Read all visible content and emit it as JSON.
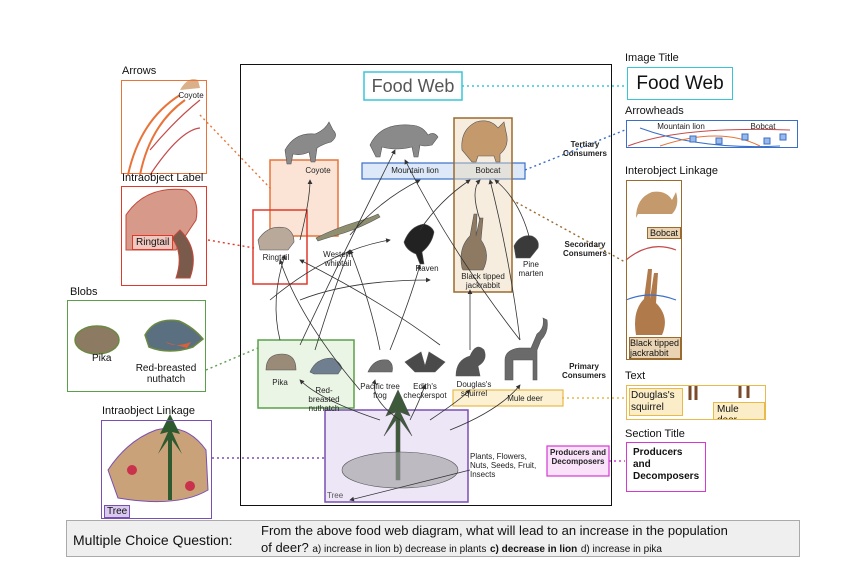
{
  "main": {
    "title": "Food Web",
    "levels": {
      "tertiary": "Tertiary Consumers",
      "secondary": "Secondary Consumers",
      "primary": "Primary Consumers",
      "producers": "Producers and Decomposers"
    },
    "organisms": {
      "coyote": "Coyote",
      "mountain_lion": "Mountain lion",
      "bobcat": "Bobcat",
      "ringtail": "Ringtail",
      "western_whiptail": "Western whiptail",
      "raven": "Raven",
      "black_tipped_jackrabbit": "Black tipped jackrabbit",
      "pine_marten": "Pine marten",
      "pika": "Pika",
      "red_breasted_nuthatch": "Red-breasted nuthatch",
      "pacific_tree_frog": "Pacific tree frog",
      "ediths_checkerspot": "Edith's checkerspot",
      "douglas_squirrel": "Douglas's squirrel",
      "mule_deer": "Mule deer",
      "plants": "Plants, Flowers, Nuts, Seeds, Fruit, Insects",
      "tree": "Tree"
    }
  },
  "callouts": {
    "arrows": {
      "title": "Arrows",
      "sample": "Coyote"
    },
    "intraobject_label": {
      "title": "Intraobject Label",
      "sample": "Ringtail"
    },
    "blobs": {
      "title": "Blobs",
      "pika": "Pika",
      "nuthatch": "Red-breasted nuthatch"
    },
    "intraobject_linkage": {
      "title": "Intraobject Linkage",
      "sample": "Tree"
    },
    "image_title": {
      "title": "Image Title",
      "sample": "Food Web"
    },
    "arrowheads": {
      "title": "Arrowheads",
      "lion": "Mountain lion",
      "bobcat": "Bobcat"
    },
    "interobject_linkage": {
      "title": "Interobject Linkage",
      "bobcat": "Bobcat",
      "jackrabbit": "Black tipped jackrabbit"
    },
    "text": {
      "title": "Text",
      "squirrel": "Douglas's squirrel",
      "deer": "Mule deer"
    },
    "section_title": {
      "title": "Section Title",
      "sample": "Producers and Decomposers"
    }
  },
  "question": {
    "label": "Multiple Choice Question:",
    "line1": "From the above food web diagram, what will lead to an increase in the population",
    "line2_start": "of deer?",
    "options_before": "a) increase in lion b) decrease in plants",
    "answer": "c) decrease in lion",
    "options_after": "d) increase in pika"
  },
  "colors": {
    "orange": "#e8743a",
    "red": "#e0392b",
    "green": "#5aa04a",
    "purple": "#7a4fb3",
    "cyan": "#38c5d9",
    "blue": "#3a6fc9",
    "brown": "#9a6a2e",
    "yellow": "#e9b94a",
    "magenta": "#d23ad2"
  }
}
